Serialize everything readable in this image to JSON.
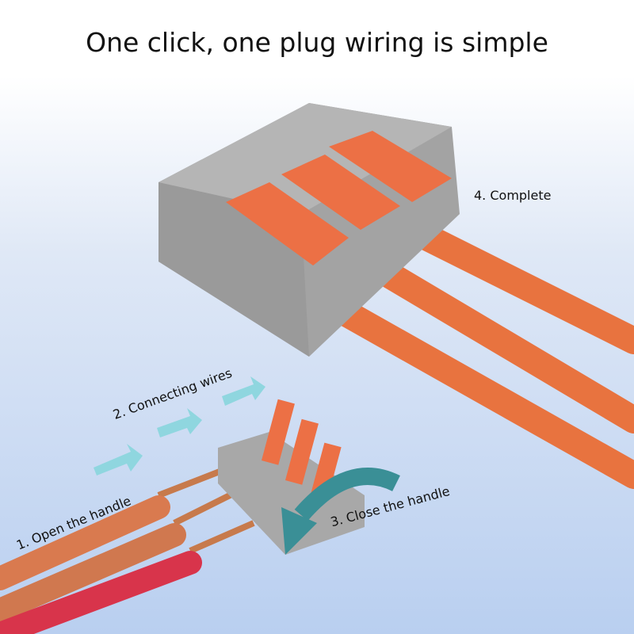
{
  "title": "One click, one plug wiring is simple",
  "steps": {
    "step1": "1. Open the handle",
    "step2": "2. Connecting wires",
    "step3": "3. Close the handle",
    "step4": "4. Complete"
  }
}
